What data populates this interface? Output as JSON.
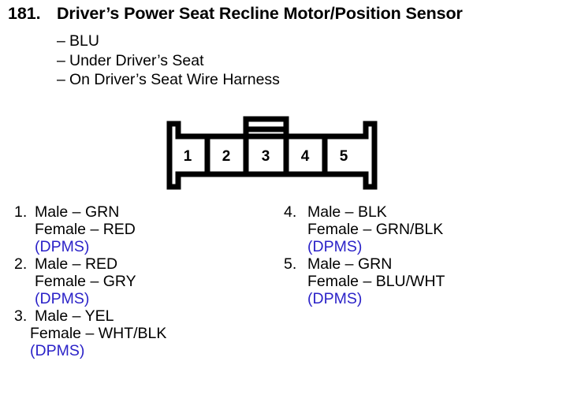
{
  "header": {
    "number": "181.",
    "title": "Driver’s Power Seat Recline Motor/Position Sensor"
  },
  "bullets": [
    {
      "dash": "–",
      "text": "BLU"
    },
    {
      "dash": "–",
      "text": "Under Driver’s Seat"
    },
    {
      "dash": "–",
      "text": "On Driver’s Seat Wire Harness"
    }
  ],
  "connector": {
    "type": "5-pin-rectangular-housing",
    "latch_position": "top-center-over-pin-3",
    "pins": [
      "1",
      "2",
      "3",
      "4",
      "5"
    ],
    "line_color": "#000000",
    "fill_color": "#ffffff"
  },
  "pins_left": [
    {
      "index": "1.",
      "male": "Male – GRN",
      "female": "Female – RED",
      "note": "(DPMS)"
    },
    {
      "index": "2.",
      "male": "Male – RED",
      "female": "Female – GRY",
      "note": "(DPMS)"
    },
    {
      "index": "3.",
      "male": "Male – YEL",
      "female": "Female – WHT/BLK",
      "note": "(DPMS)"
    }
  ],
  "pins_right": [
    {
      "index": "4.",
      "male": "Male – BLK",
      "female": "Female – GRN/BLK",
      "note": "(DPMS)"
    },
    {
      "index": "5.",
      "male": "Male – GRN",
      "female": "Female – BLU/WHT",
      "note": "(DPMS)"
    }
  ],
  "colors": {
    "text": "#000000",
    "note_blue": "#2b22c8",
    "background": "#ffffff"
  }
}
